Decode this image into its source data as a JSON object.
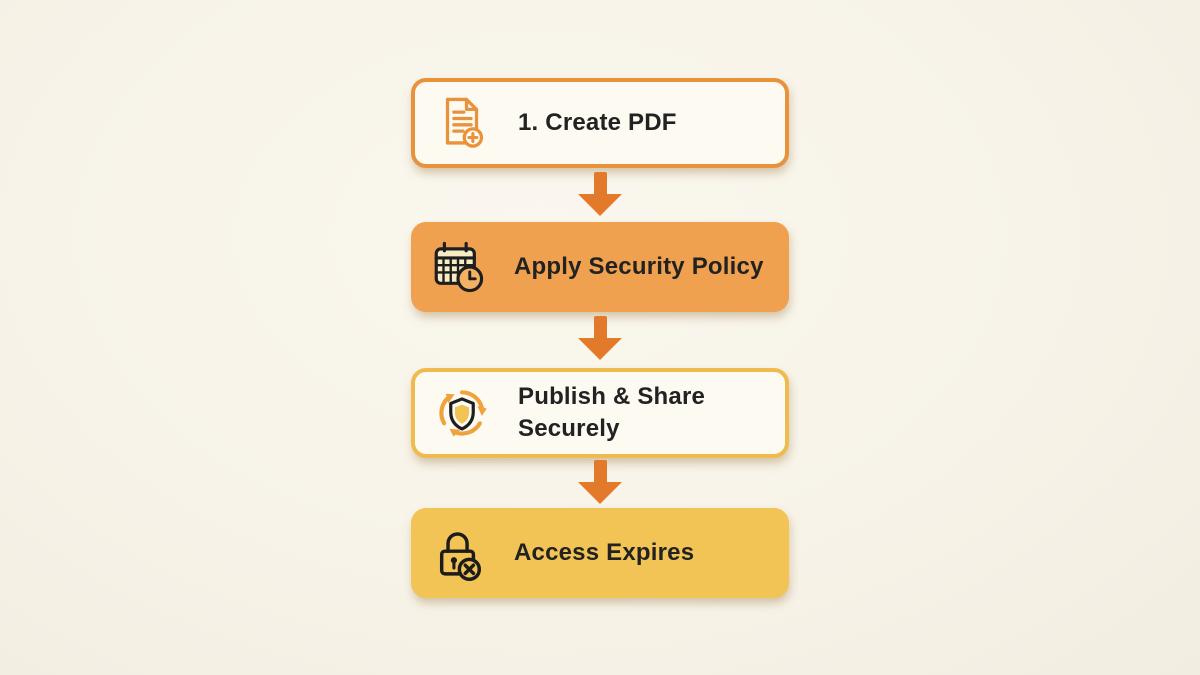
{
  "flow": {
    "background_color": "#f7f3e8",
    "arrow_color": "#e2792b",
    "steps": [
      {
        "label": "1. Create PDF",
        "icon": "document-add-icon",
        "box_style": "outline",
        "fill": "#fdfaf2",
        "border_color": "#e8923c",
        "text_color": "#222222"
      },
      {
        "label": "Apply Security Policy",
        "icon": "calendar-clock-icon",
        "box_style": "solid",
        "fill": "#f0a14f",
        "text_color": "#1d1d1d"
      },
      {
        "label": "Publish & Share Securely",
        "icon": "shield-sync-icon",
        "box_style": "outline",
        "fill": "#fdfaf2",
        "border_color": "#f0bb4e",
        "text_color": "#222222"
      },
      {
        "label": "Access Expires",
        "icon": "lock-denied-icon",
        "box_style": "solid",
        "fill": "#f2c355",
        "text_color": "#1d1d1d"
      }
    ]
  }
}
